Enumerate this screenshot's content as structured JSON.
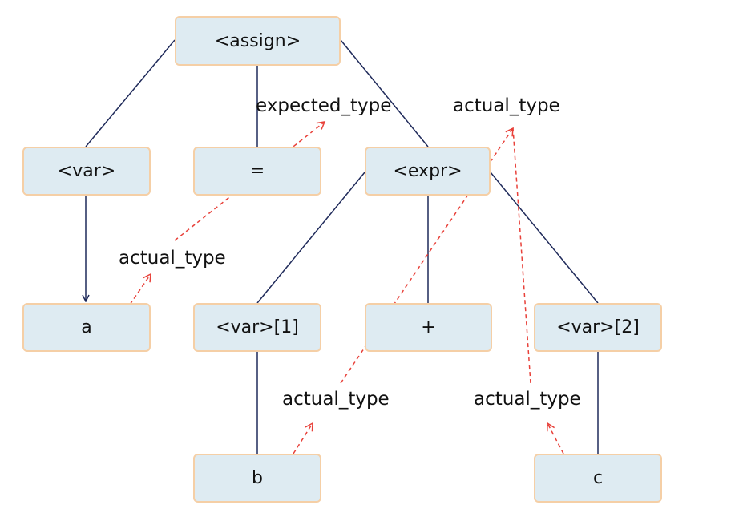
{
  "colors": {
    "node_fill": "#deebf2",
    "node_border": "#f5cfa6",
    "edge": "#1f2a5a",
    "attribute_flow": "#e8413a"
  },
  "nodes": {
    "assign": "<assign>",
    "var": "<var>",
    "equals": "=",
    "expr": "<expr>",
    "a": "a",
    "var1": "<var>[1]",
    "plus": "+",
    "var2": "<var>[2]",
    "b": "b",
    "c": "c"
  },
  "annotations": {
    "expected_type": "expected_type",
    "actual_type_expr": "actual_type",
    "actual_type_a": "actual_type",
    "actual_type_b": "actual_type",
    "actual_type_c": "actual_type"
  }
}
